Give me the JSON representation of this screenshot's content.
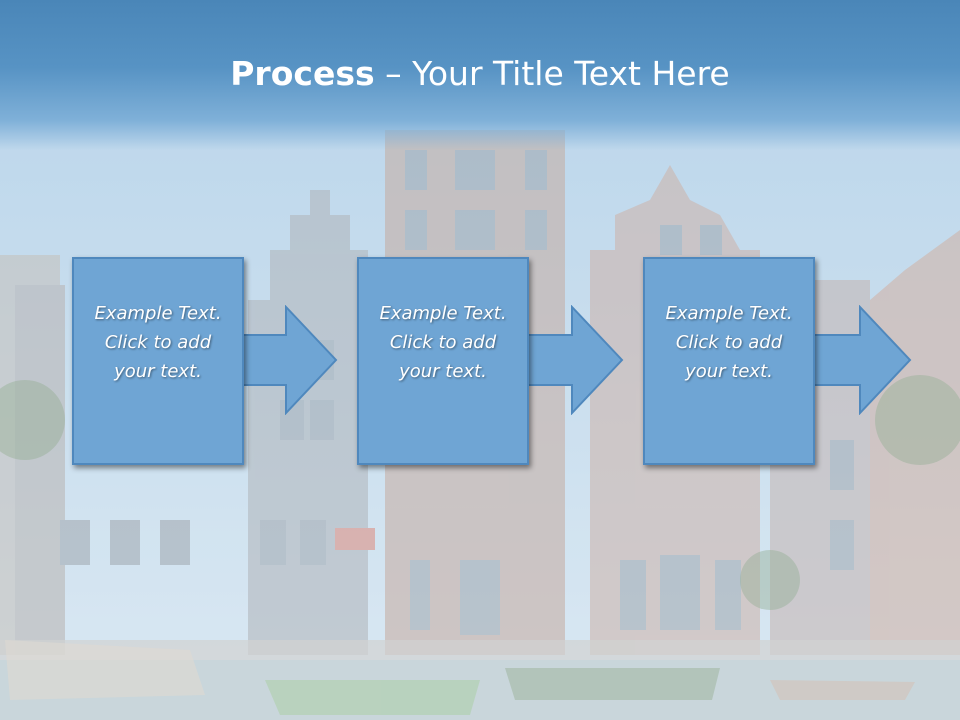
{
  "slide": {
    "title_bold": "Process",
    "title_rest": " – Your Title Text Here"
  },
  "steps": [
    {
      "text": "Example Text.\nClick  to add\nyour text."
    },
    {
      "text": "Example Text.\nClick  to add\nyour text."
    },
    {
      "text": "Example Text.\nClick  to add\nyour text."
    }
  ],
  "colors": {
    "title_band": "#4a86b8",
    "step_fill": "#6fa5d4",
    "step_border": "#4f88bd"
  }
}
